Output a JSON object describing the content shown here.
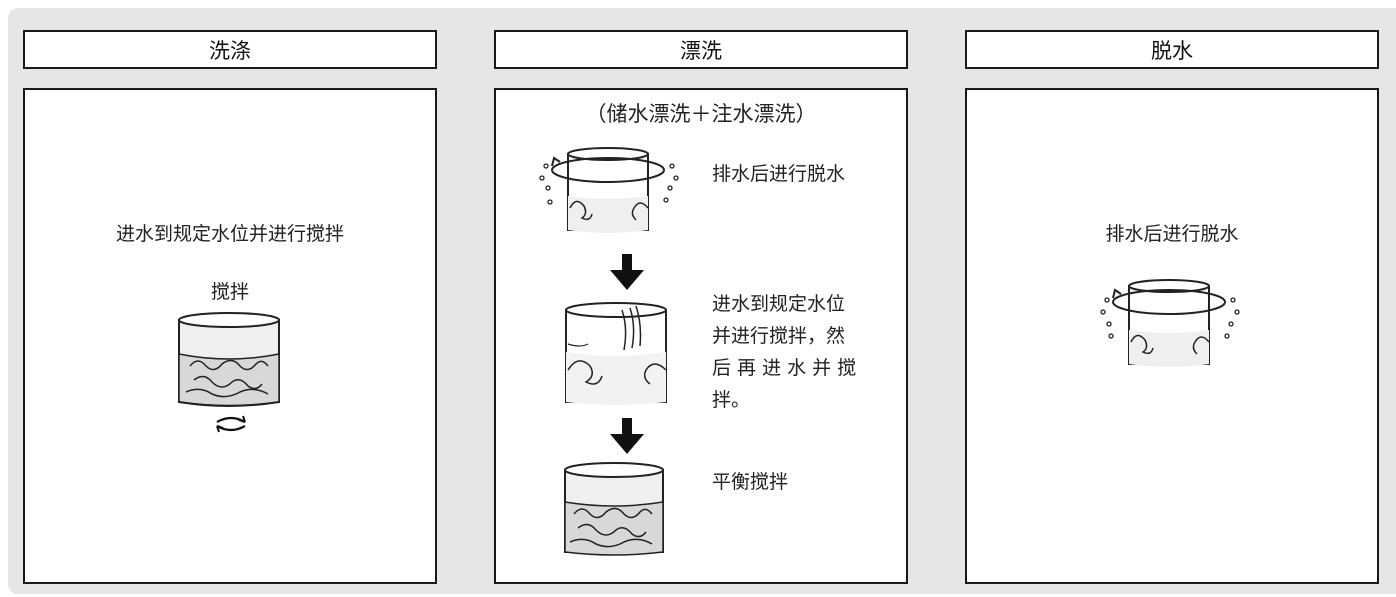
{
  "columns": {
    "wash": {
      "header": "洗涤",
      "description": "进水到规定水位并进行搅拌",
      "step_label": "搅拌"
    },
    "rinse": {
      "header": "漂洗",
      "subtitle": "（储水漂洗＋注水漂洗）",
      "steps": [
        {
          "lines": [
            "排水后进行脱水"
          ]
        },
        {
          "lines": [
            "进水到规定水位",
            "并进行搅拌，然",
            "后 再 进 水 并 搅",
            "拌。"
          ]
        },
        {
          "lines": [
            "平衡搅拌"
          ]
        }
      ]
    },
    "spin": {
      "header": "脱水",
      "description": "排水后进行脱水"
    }
  },
  "icons": {
    "down_arrow": "down-arrow-icon",
    "tub": "washing-tub-icon",
    "rotation": "rotation-icon",
    "water_drops": "water-drops-icon"
  },
  "colors": {
    "background": "#e6e6e6",
    "panel": "#ffffff",
    "border": "#1a1a1a",
    "water": "#d8d8d8"
  }
}
